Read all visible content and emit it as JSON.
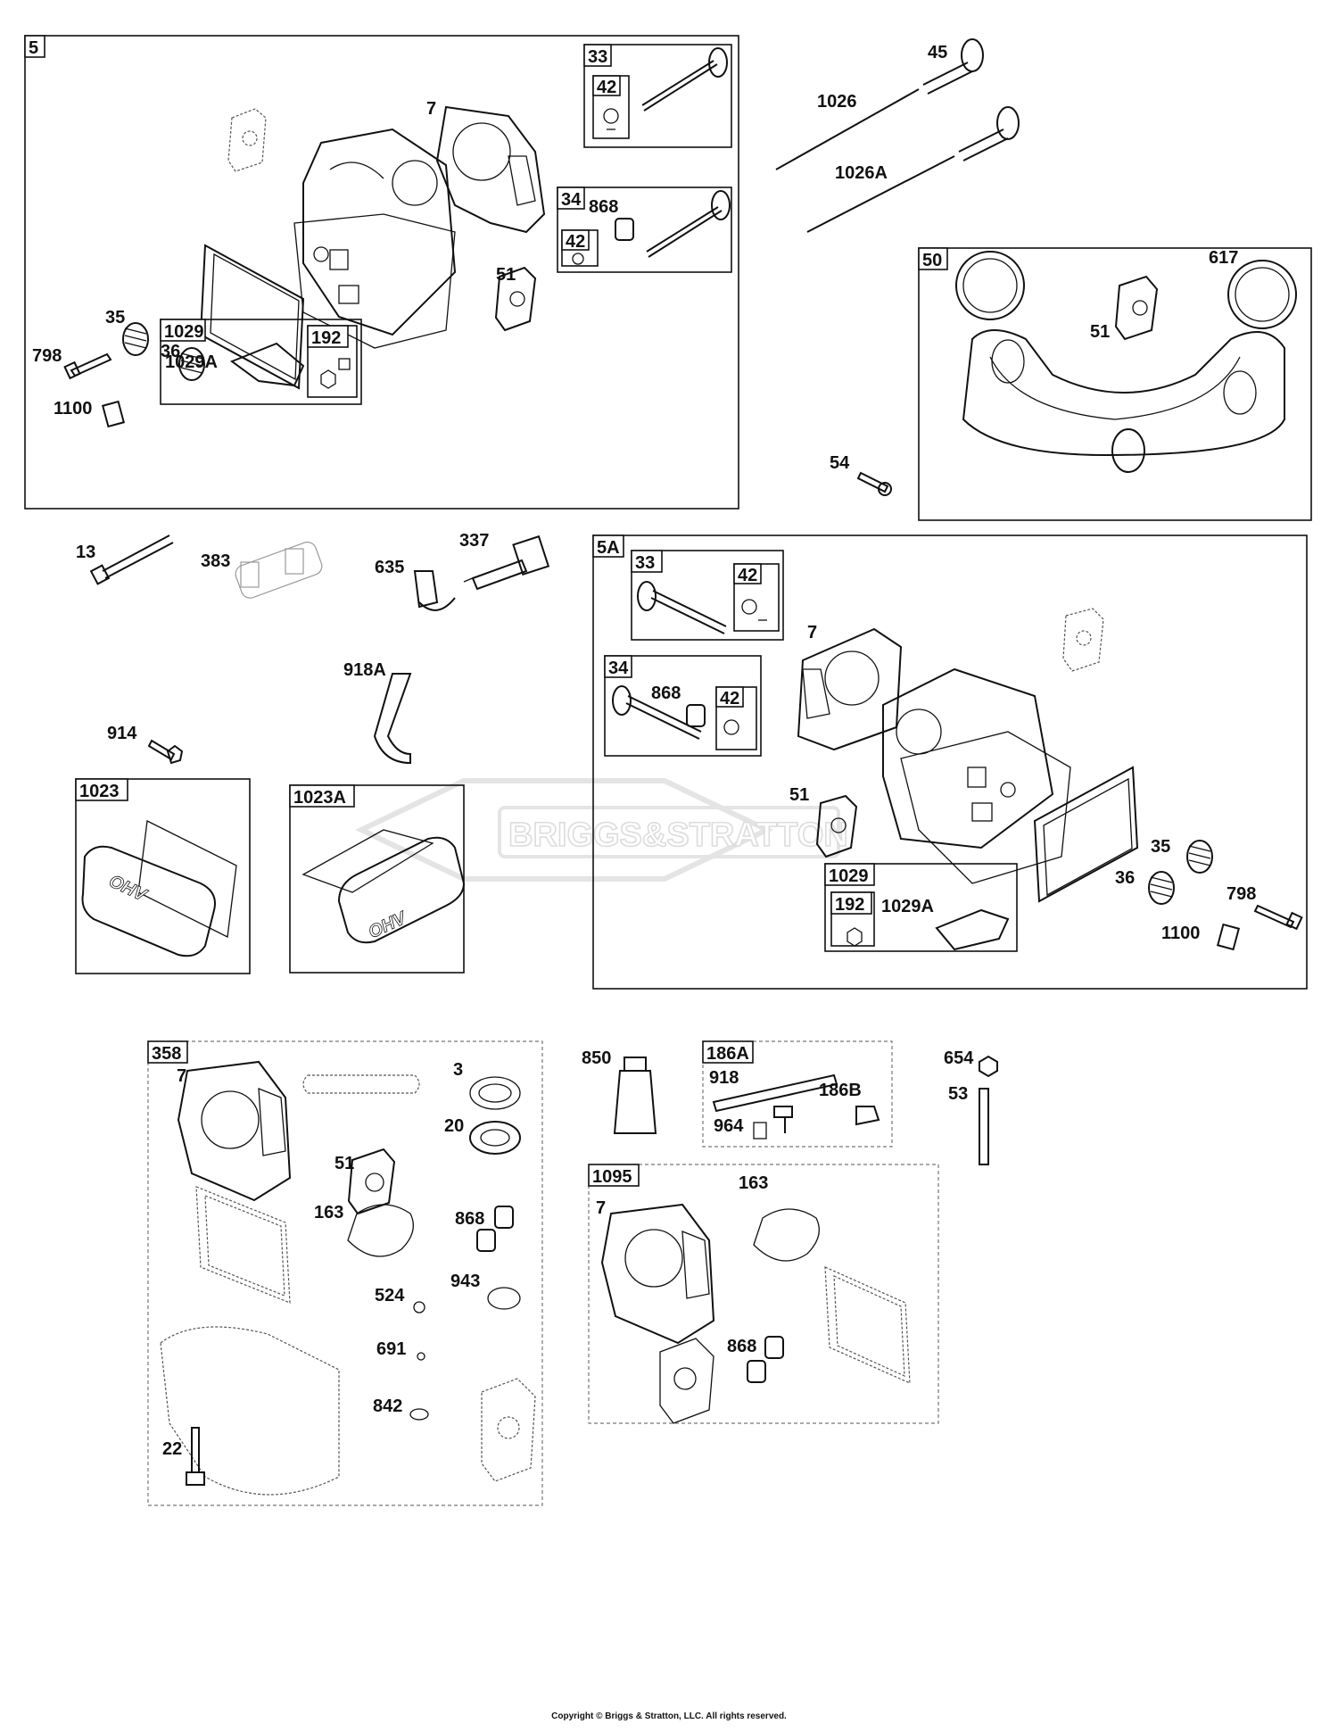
{
  "diagram": {
    "labels": {
      "l5": "5",
      "l33a": "33",
      "l42a": "42",
      "l7a": "7",
      "l34a": "34",
      "l868a": "868",
      "l42b": "42",
      "l51a": "51",
      "l35a": "35",
      "l798a": "798",
      "l36a": "36",
      "l1100a": "1100",
      "l1029a": "1029",
      "l1029Aa": "1029A",
      "l192a": "192",
      "l45": "45",
      "l1026": "1026",
      "l1026A": "1026A",
      "l50": "50",
      "l617": "617",
      "l51b": "51",
      "l54": "54",
      "l13": "13",
      "l383": "383",
      "l635": "635",
      "l337": "337",
      "l918A": "918A",
      "l914": "914",
      "l1023": "1023",
      "l1023A": "1023A",
      "l5A": "5A",
      "l33b": "33",
      "l42c": "42",
      "l7b": "7",
      "l34b": "34",
      "l868b": "868",
      "l42d": "42",
      "l51c": "51",
      "l1029b": "1029",
      "l1029Ab": "1029A",
      "l192b": "192",
      "l35b": "35",
      "l36b": "36",
      "l798b": "798",
      "l1100b": "1100",
      "l358": "358",
      "l7c": "7",
      "l3": "3",
      "l20": "20",
      "l51d": "51",
      "l163a": "163",
      "l868c": "868",
      "l524": "524",
      "l943": "943",
      "l691": "691",
      "l842": "842",
      "l22": "22",
      "l850": "850",
      "l186A": "186A",
      "l918": "918",
      "l186B": "186B",
      "l964": "964",
      "l654": "654",
      "l53": "53",
      "l1095": "1095",
      "l7d": "7",
      "l163b": "163",
      "l868d": "868"
    },
    "watermark": "BRIGGS&STRATTON",
    "copyright": "Copyright © Briggs & Stratton, LLC. All rights reserved."
  },
  "colors": {
    "line": "#111111",
    "faint": "#999999",
    "watermark": "#e2e2e2",
    "fill": "#ffffff"
  }
}
